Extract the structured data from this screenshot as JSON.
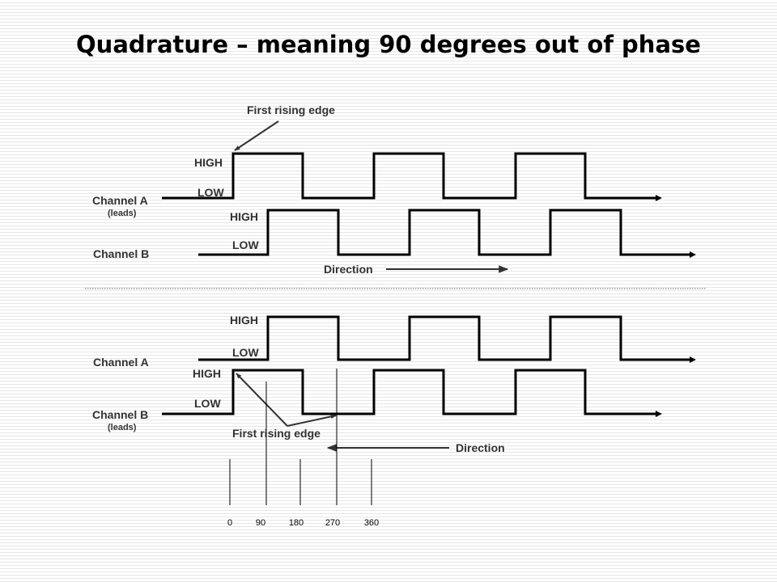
{
  "title": "Quadrature – meaning 90 degrees out of phase",
  "top_diagram": {
    "first_rising_edge": "First rising edge",
    "channel_a": "Channel A",
    "channel_a_note": "(leads)",
    "channel_b": "Channel B",
    "high_a": "HIGH",
    "low_a": "LOW",
    "high_b": "HIGH",
    "low_b": "LOW",
    "direction": "Direction"
  },
  "bottom_diagram": {
    "channel_a": "Channel A",
    "channel_b": "Channel B",
    "channel_b_note": "(leads)",
    "high_a": "HIGH",
    "low_a": "LOW",
    "high_b": "HIGH",
    "low_b": "LOW",
    "first_rising_edge": "First rising edge",
    "direction": "Direction"
  },
  "phase_ticks": [
    {
      "label": "0",
      "color": "#000000"
    },
    {
      "label": "90",
      "color": "#cc0000"
    },
    {
      "label": "180",
      "color": "#000000"
    },
    {
      "label": "270",
      "color": "#000000"
    },
    {
      "label": "360",
      "color": "#000000"
    }
  ],
  "colors": {
    "wave": "#000000",
    "label": "#333333",
    "highlight": "#cc0000",
    "divider": "#999999"
  }
}
